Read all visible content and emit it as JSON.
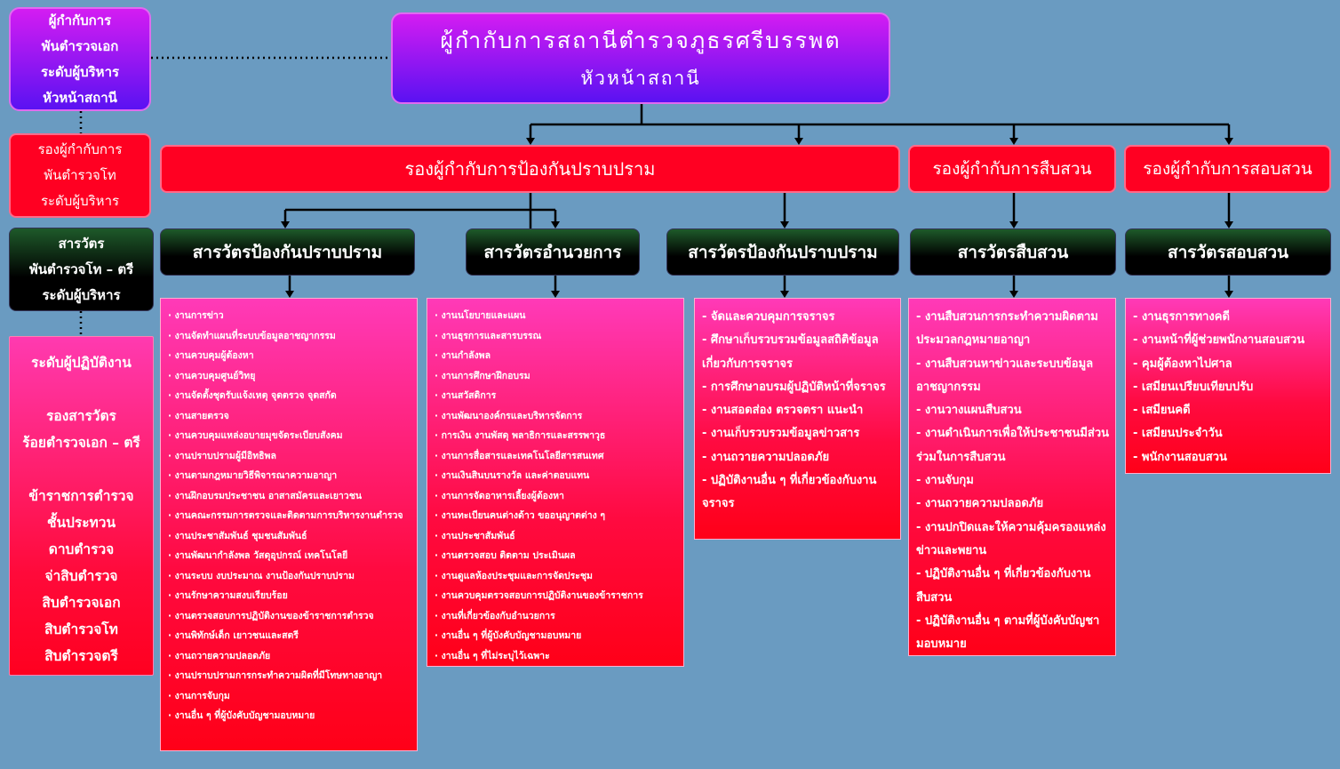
{
  "left": {
    "commander": [
      "ผู้กำกับการ",
      "พันตำรวจเอก",
      "ระดับผู้บริหาร",
      "หัวหน้าสถานี"
    ],
    "deputy": [
      "รองผู้กำกับการ",
      "พันตำรวจโท",
      "ระดับผู้บริหาร"
    ],
    "inspector": [
      "สารวัตร",
      "พันตำรวจโท – ตรี",
      "ระดับผู้บริหาร"
    ],
    "staff": [
      "ระดับผู้ปฏิบัติงาน",
      "",
      "รองสารวัตร",
      "ร้อยตำรวจเอก – ตรี",
      "",
      "ข้าราชการตำรวจ",
      "ชั้นประทวน",
      "ดาบตำรวจ",
      "จ่าสิบตำรวจ",
      "สิบตำรวจเอก",
      "สิบตำรวจโท",
      "สิบตำรวจตรี"
    ]
  },
  "top": {
    "title": "ผู้กำกับการสถานีตำรวจภูธรศรีบรรพต",
    "subtitle": "หัวหน้าสถานี"
  },
  "deputies": [
    "รองผู้กำกับการป้องกันปราบปราม",
    "รองผู้กำกับการสืบสวน",
    "รองผู้กำกับการสอบสวน"
  ],
  "inspectors": [
    "สารวัตรป้องกันปราบปราม",
    "สารวัตรอำนวยการ",
    "สารวัตรป้องกันปราบปราม",
    "สารวัตรสืบสวน",
    "สารวัตรสอบสวน"
  ],
  "lists": [
    [
      "· งานการข่าว",
      "· งานจัดทำแผนที่ระบบข้อมูลอาชญากรรม",
      "· งานควบคุมผู้ต้องหา",
      "· งานควบคุมศูนย์วิทยุ",
      "· งานจัดตั้งชุดรับแจ้งเหตุ จุดตรวจ จุดสกัด",
      "· งานสายตรวจ",
      "· งานควบคุมแหล่งอบายมุขจัดระเบียบสังคม",
      "· งานปราบปรามผู้มีอิทธิพล",
      "· งานตามกฎหมายวิธีพิจารณาความอาญา",
      "· งานฝึกอบรมประชาชน อาสาสมัครและเยาวชน",
      "· งานคณะกรรมการตรวจและติดตามการบริหารงานตำรวจ",
      "· งานประชาสัมพันธ์ ชุมชนสัมพันธ์",
      "· งานพัฒนากำลังพล วัสดุอุปกรณ์ เทคโนโลยี",
      "· งานระบบ งบประมาณ งานป้องกันปราบปราม",
      "· งานรักษาความสงบเรียบร้อย",
      "· งานตรวจสอบการปฏิบัติงานของข้าราชการตำรวจ",
      "· งานพิทักษ์เด็ก เยาวชนและสตรี",
      "· งานถวายความปลอดภัย",
      "· งานปราบปรามการกระทำความผิดที่มีโทษทางอาญา",
      "· งานการจับกุม",
      "· งานอื่น ๆ ที่ผู้บังคับบัญชามอบหมาย"
    ],
    [
      "· งานนโยบายและแผน",
      "· งานธุรการและสารบรรณ",
      "· งานกำลังพล",
      "· งานการศึกษาฝึกอบรม",
      "· งานสวัสดิการ",
      "· งานพัฒนาองค์กรและบริหารจัดการ",
      "· การเงิน งานพัสดุ พลาธิการและสรรพาวุธ",
      "· งานการสื่อสารและเทคโนโลยีสารสนเทศ",
      "· งานเงินสินบนรางวัล และค่าตอบแทน",
      "· งานการจัดอาหารเลี้ยงผู้ต้องหา",
      "· งานทะเบียนคนต่างด้าว ขออนุญาตต่าง ๆ",
      "· งานประชาสัมพันธ์",
      "· งานตรวจสอบ ติดตาม ประเมินผล",
      "· งานดูแลห้องประชุมและการจัดประชุม",
      "· งานควบคุมตรวจสอบการปฏิบัติงานของข้าราชการ",
      "· งานที่เกี่ยวข้องกับอำนวยการ",
      "· งานอื่น ๆ ที่ผู้บังคับบัญชามอบหมาย",
      "· งานอื่น ๆ ที่ไม่ระบุไว้เฉพาะ"
    ],
    [
      "- จัดและควบคุมการจราจร",
      "- ศึกษาเก็บรวบรวมข้อมูลสถิติข้อมูลเกี่ยวกับการจราจร",
      "- การศึกษาอบรมผู้ปฏิบัติหน้าที่จราจร",
      "- งานสอดส่อง ตรวจตรา แนะนำ",
      "- งานเก็บรวบรวมข้อมูลข่าวสาร",
      "- งานถวายความปลอดภัย",
      "- ปฏิบัติงานอื่น ๆ ที่เกี่ยวข้องกับงานจราจร"
    ],
    [
      "- งานสืบสวนการกระทำความผิดตามประมวลกฎหมายอาญา",
      "- งานสืบสวนหาข่าวและระบบข้อมูลอาชญากรรม",
      "- งานวางแผนสืบสวน",
      "- งานดำเนินการเพื่อให้ประชาชนมีส่วนร่วมในการสืบสวน",
      "- งานจับกุม",
      "- งานถวายความปลอดภัย",
      "- งานปกปิดและให้ความคุ้มครองแหล่งข่าวและพยาน",
      "- ปฏิบัติงานอื่น ๆ ที่เกี่ยวข้องกับงานสืบสวน",
      "- ปฏิบัติงานอื่น ๆ ตามที่ผู้บังคับบัญชามอบหมาย"
    ],
    [
      "- งานธุรการทางคดี",
      "- งานหน้าที่ผู้ช่วยพนักงานสอบสวน",
      "- คุมผู้ต้องหาไปศาล",
      "- เสมียนเปรียบเทียบปรับ",
      "- เสมียนคดี",
      "- เสมียนประจำวัน",
      "- พนักงานสอบสวน"
    ]
  ],
  "colors": {
    "background": "#6a9bc1",
    "red": "#ff0022",
    "purple": "#8a14f2"
  }
}
